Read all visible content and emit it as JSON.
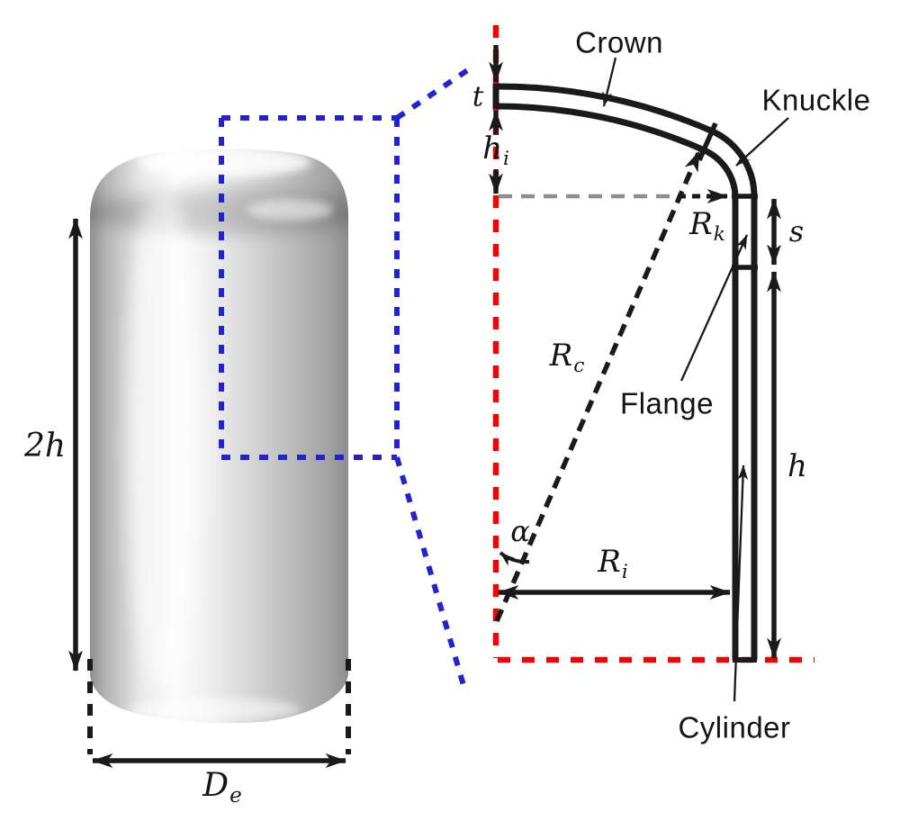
{
  "figure_kind": "pressure-vessel torispherical head geometry diagram",
  "left_view": {
    "dims": {
      "total_height": {
        "base": "2h"
      },
      "outer_diameter": {
        "base": "D",
        "sub": "e"
      }
    }
  },
  "detail_view": {
    "labels": {
      "crown": "Crown",
      "knuckle": "Knuckle",
      "flange": "Flange",
      "cylinder": "Cylinder"
    },
    "dims": {
      "thickness": {
        "base": "t"
      },
      "head_inner_height": {
        "base": "h",
        "sub": "i"
      },
      "knuckle_radius": {
        "base": "R",
        "sub": "k"
      },
      "straight_flange": {
        "base": "s"
      },
      "crown_radius": {
        "base": "R",
        "sub": "c"
      },
      "half_height": {
        "base": "h"
      },
      "half_apex_angle": {
        "base": "α"
      },
      "inner_radius": {
        "base": "R",
        "sub": "i"
      }
    }
  },
  "colors": {
    "axis_red": "#ee0606",
    "zoom_box_blue": "#2222cf",
    "tangent_line_gray": "#8e8e8e",
    "ink": "#1a1a1a"
  }
}
